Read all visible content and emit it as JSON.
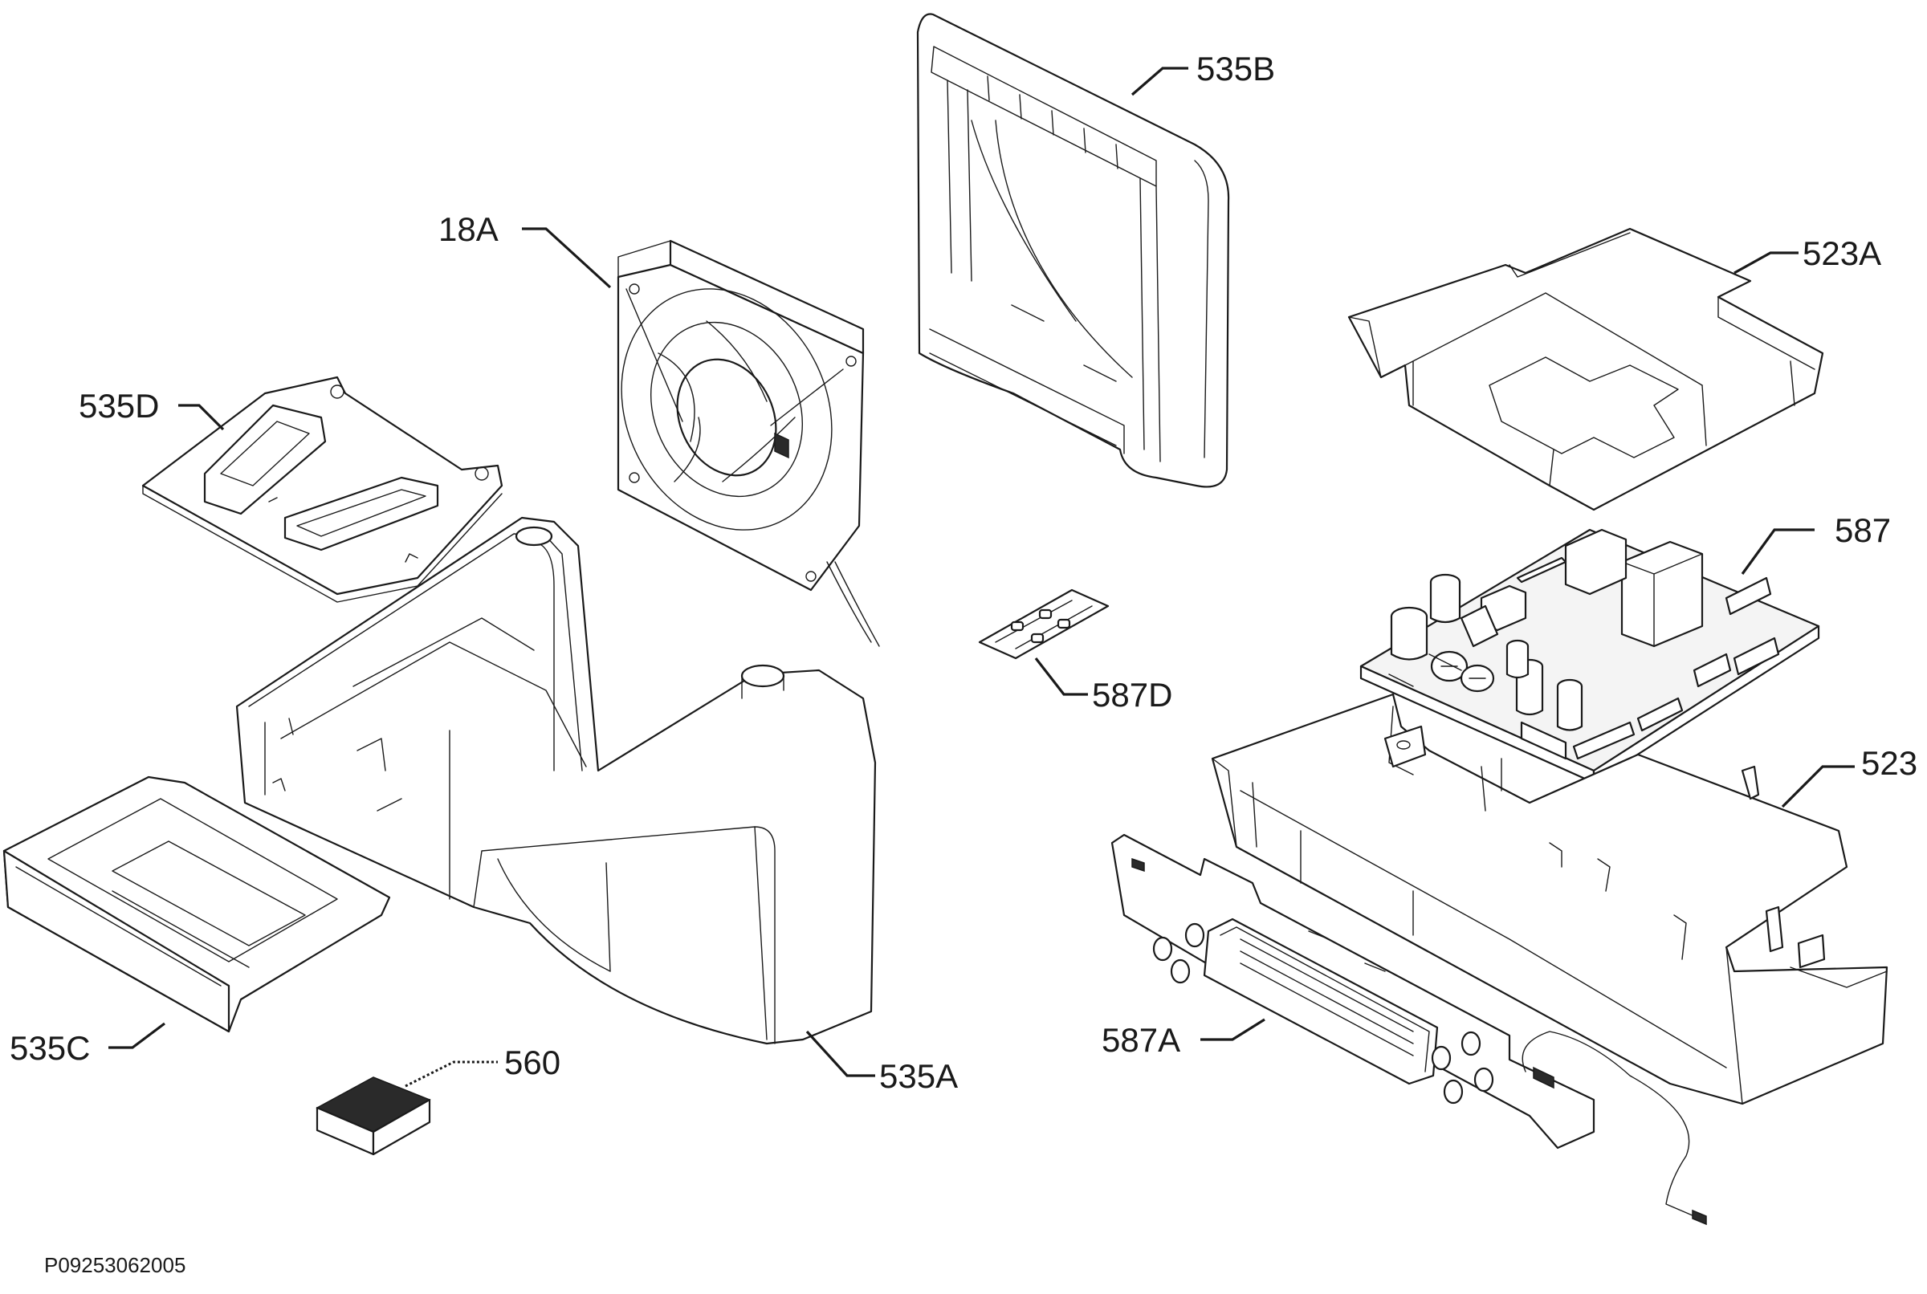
{
  "labels": {
    "part_535B": "535B",
    "part_18A": "18A",
    "part_523A": "523A",
    "part_535D": "535D",
    "part_587": "587",
    "part_587D": "587D",
    "part_523": "523",
    "part_535C": "535C",
    "part_560": "560",
    "part_535A": "535A",
    "part_587A": "587A"
  },
  "drawing_code": "P09253062005"
}
